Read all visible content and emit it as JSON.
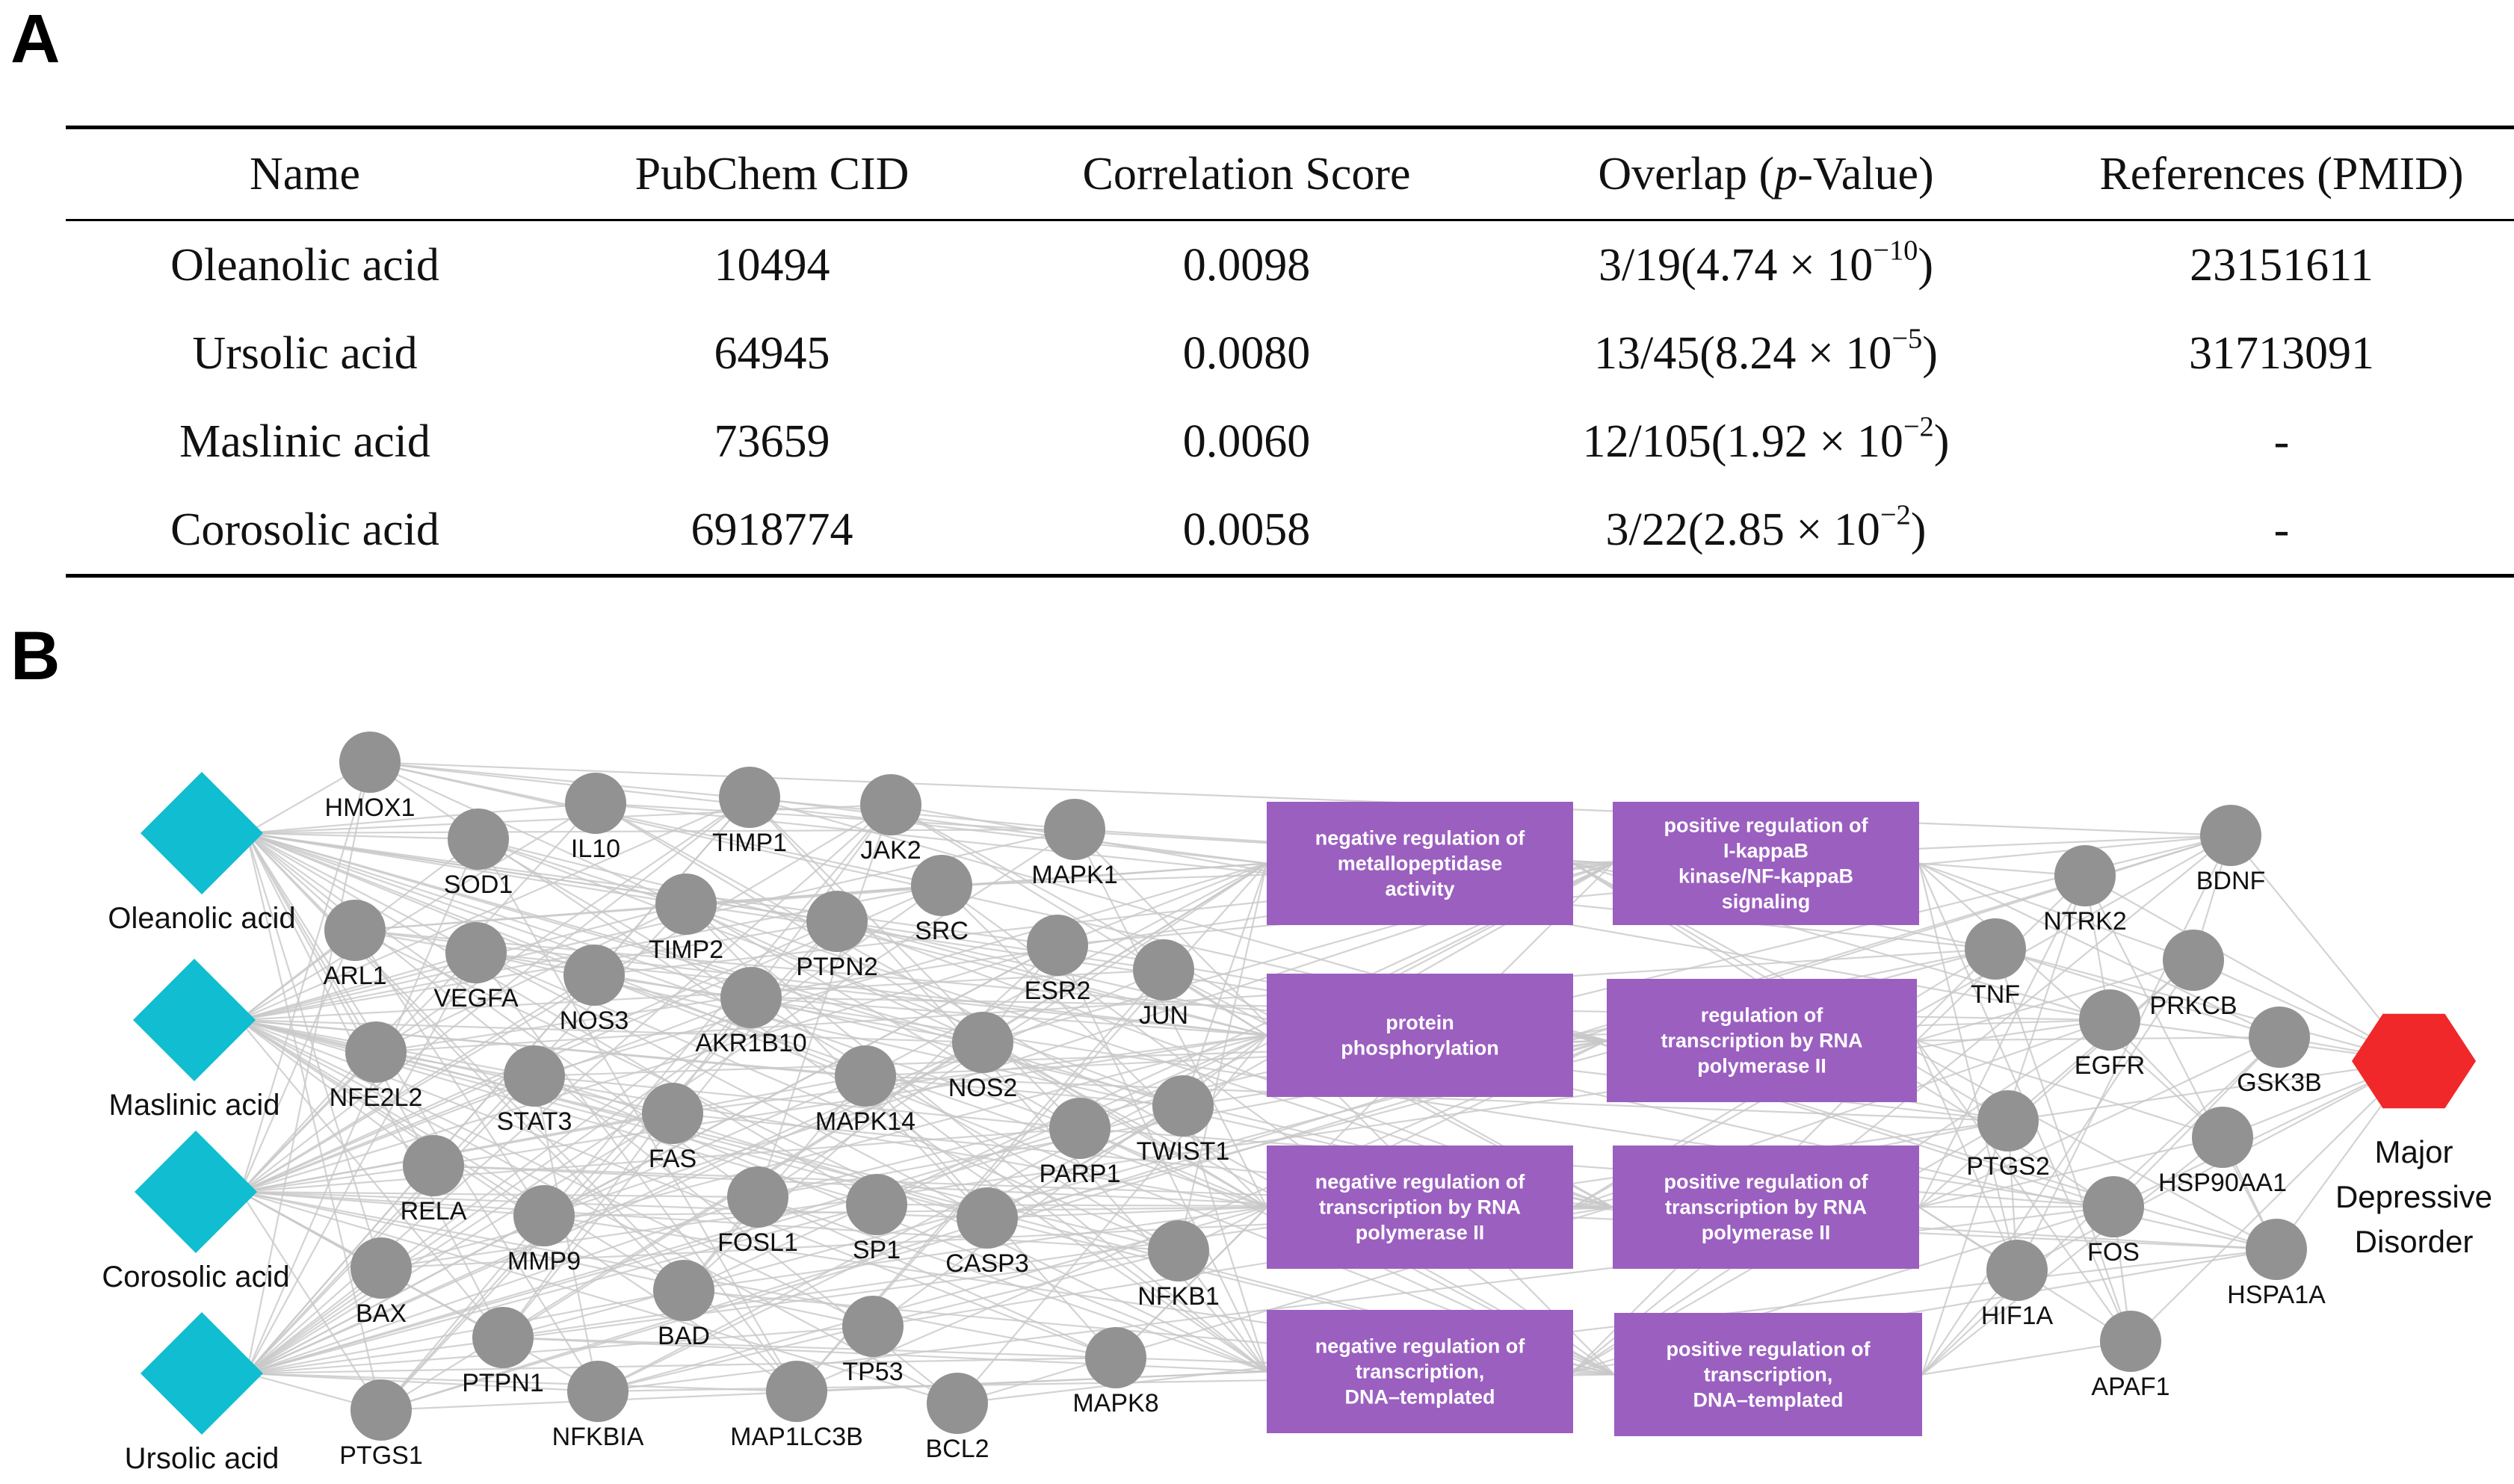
{
  "panels": {
    "a": "A",
    "b": "B"
  },
  "table": {
    "headers": [
      "Name",
      "PubChem CID",
      "Correlation Score",
      "Overlap (",
      "p",
      "-Value)",
      "References (PMID)"
    ],
    "rows": [
      {
        "name": "Oleanolic acid",
        "cid": "10494",
        "score": "0.0098",
        "overlap": "3/19(4.74 × 10",
        "exp": "−10",
        "ref": "23151611"
      },
      {
        "name": "Ursolic acid",
        "cid": "64945",
        "score": "0.0080",
        "overlap": "13/45(8.24 × 10",
        "exp": "−5",
        "ref": "31713091"
      },
      {
        "name": "Maslinic acid",
        "cid": "73659",
        "score": "0.0060",
        "overlap": "12/105(1.92 × 10",
        "exp": "−2",
        "ref": "-"
      },
      {
        "name": "Corosolic acid",
        "cid": "6918774",
        "score": "0.0058",
        "overlap": "3/22(2.85 × 10",
        "exp": "−2",
        "ref": "-"
      }
    ]
  },
  "network": {
    "colors": {
      "compound": "#11bdd0",
      "gene": "#929292",
      "term": "#9b5fc0",
      "disease": "#f0282a",
      "edge": "#c8c8c8"
    },
    "compounds": [
      "Oleanolic acid",
      "Maslinic acid",
      "Corosolic acid",
      "Ursolic acid"
    ],
    "genes": [
      "HMOX1",
      "SOD1",
      "IL10",
      "TIMP1",
      "JAK2",
      "MAPK1",
      "ARL1",
      "VEGFA",
      "NOS3",
      "TIMP2",
      "PTPN2",
      "SRC",
      "ESR2",
      "JUN",
      "NFE2L2",
      "STAT3",
      "AKR1B10",
      "NOS2",
      "MAPK14",
      "FAS",
      "PARP1",
      "TWIST1",
      "RELA",
      "MMP9",
      "FOSL1",
      "SP1",
      "CASP3",
      "NFKB1",
      "BAX",
      "BAD",
      "PTPN1",
      "TP53",
      "NFKBIA",
      "MAP1LC3B",
      "BCL2",
      "MAPK8",
      "PTGS1",
      "BDNF",
      "NTRK2",
      "TNF",
      "PRKCB",
      "EGFR",
      "GSK3B",
      "PTGS2",
      "HSP90AA1",
      "FOS",
      "HIF1A",
      "HSPA1A",
      "APAF1"
    ],
    "terms": [
      [
        "negative regulation of",
        "metallopeptidase",
        "activity"
      ],
      [
        "positive regulation of",
        "I-kappaB",
        "kinase/NF-kappaB",
        "signaling"
      ],
      [
        "protein",
        "phosphorylation"
      ],
      [
        "regulation of",
        "transcription by RNA",
        "polymerase II"
      ],
      [
        "negative regulation of",
        "transcription by RNA",
        "polymerase II"
      ],
      [
        "positive regulation of",
        "transcription by RNA",
        "polymerase II"
      ],
      [
        "negative regulation of",
        "transcription,",
        "DNA–templated"
      ],
      [
        "positive regulation of",
        "transcription,",
        "DNA–templated"
      ]
    ],
    "disease": [
      "Major",
      "Depressive",
      "Disorder"
    ]
  }
}
